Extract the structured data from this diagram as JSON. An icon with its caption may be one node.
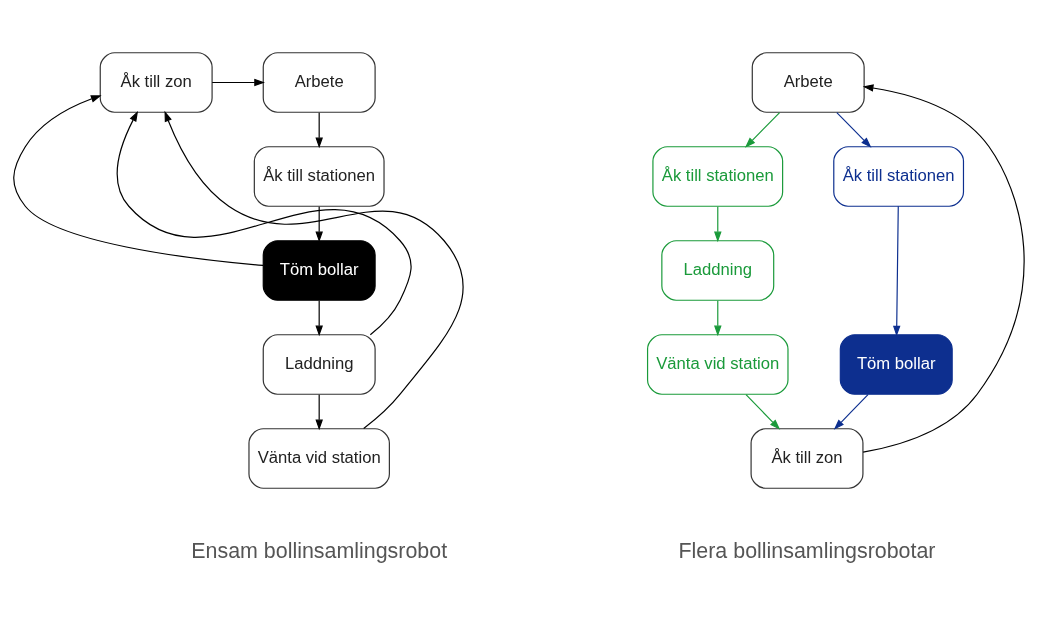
{
  "diagram": {
    "nodes": [
      {
        "text": [
          "Åk till zon"
        ]
      },
      {
        "text": [
          "Arbete"
        ]
      },
      {
        "text": [
          "Åk till stationen"
        ]
      },
      {
        "text": [
          "Töm bollar"
        ]
      },
      {
        "text": [
          "Laddning"
        ]
      },
      {
        "text": [
          "Vänta vid station"
        ]
      },
      {
        "text": [
          "Arbete"
        ]
      },
      {
        "text": [
          "Åk till stationen"
        ]
      },
      {
        "text": [
          "Laddning"
        ]
      },
      {
        "text": [
          "Vänta vid station"
        ]
      },
      {
        "text": [
          "Åk till stationen"
        ]
      },
      {
        "text": [
          "Töm bollar"
        ]
      },
      {
        "text": [
          "Åk till zon"
        ]
      }
    ],
    "edges": [
      {
        "from": 0,
        "to": 1,
        "arrow": "to"
      },
      {
        "from": 1,
        "to": 2,
        "arrow": "to"
      },
      {
        "from": 2,
        "to": 3,
        "arrow": "to"
      },
      {
        "from": 3,
        "to": 4,
        "arrow": "to"
      },
      {
        "from": 4,
        "to": 5,
        "arrow": "to"
      },
      {
        "from": 3,
        "to": 0,
        "arrow": "to"
      },
      {
        "from": 4,
        "to": 0,
        "arrow": "to"
      },
      {
        "from": 5,
        "to": 0,
        "arrow": "to"
      },
      {
        "from": 6,
        "to": 7,
        "arrow": "to",
        "color": "#1a9a3a"
      },
      {
        "from": 7,
        "to": 8,
        "arrow": "to",
        "color": "#1a9a3a"
      },
      {
        "from": 8,
        "to": 9,
        "arrow": "to",
        "color": "#1a9a3a"
      },
      {
        "from": 9,
        "to": 12,
        "arrow": "to",
        "color": "#1a9a3a"
      },
      {
        "from": 6,
        "to": 10,
        "arrow": "to",
        "color": "#0d2f8f"
      },
      {
        "from": 10,
        "to": 11,
        "arrow": "to",
        "color": "#0d2f8f"
      },
      {
        "from": 11,
        "to": 12,
        "arrow": "to",
        "color": "#0d2f8f"
      },
      {
        "from": 12,
        "to": 6,
        "arrow": "to"
      }
    ],
    "labels": [
      "Ensam bollinsamlingsrobot",
      "Flera bollinsamlingsrobotar"
    ]
  }
}
